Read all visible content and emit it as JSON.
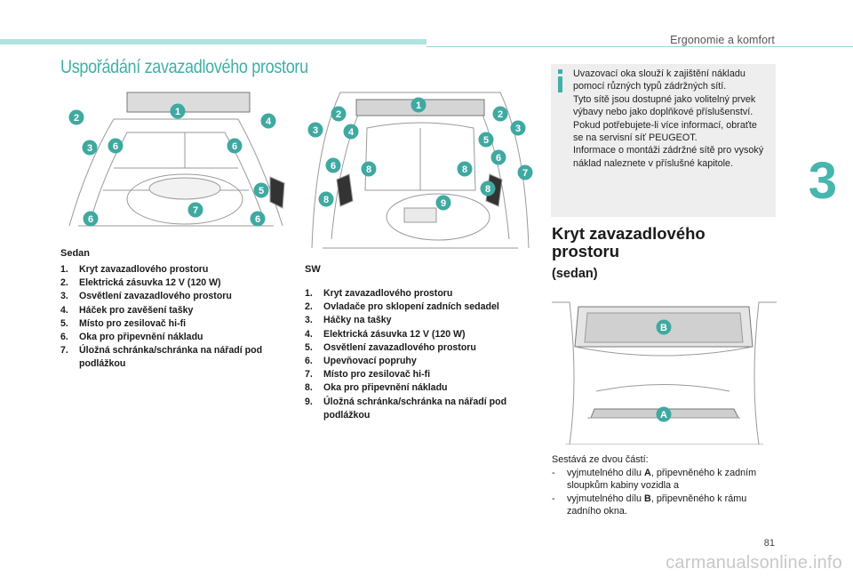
{
  "header": {
    "section": "Ergonomie a komfort",
    "chapter": "3"
  },
  "page_title": "Uspořádání zavazadlového prostoru",
  "sedan": {
    "caption": "Sedan",
    "items": [
      {
        "n": "1.",
        "t": "Kryt zavazadlového prostoru"
      },
      {
        "n": "2.",
        "t": "Elektrická zásuvka 12 V (120 W)"
      },
      {
        "n": "3.",
        "t": "Osvětlení zavazadlového prostoru"
      },
      {
        "n": "4.",
        "t": "Háček pro zavěšení tašky"
      },
      {
        "n": "5.",
        "t": "Místo pro zesilovač hi-fi"
      },
      {
        "n": "6.",
        "t": "Oka pro připevnění nákladu"
      },
      {
        "n": "7.",
        "t": "Úložná schránka/schránka na nářadí pod podlážkou"
      }
    ],
    "markers": [
      "1",
      "2",
      "3",
      "4",
      "5",
      "6",
      "6",
      "6",
      "6",
      "7"
    ]
  },
  "sw": {
    "caption": "SW",
    "items": [
      {
        "n": "1.",
        "t": "Kryt zavazadlového prostoru"
      },
      {
        "n": "2.",
        "t": "Ovladače pro sklopení zadních sedadel"
      },
      {
        "n": "3.",
        "t": "Háčky na tašky"
      },
      {
        "n": "4.",
        "t": "Elektrická zásuvka 12 V (120 W)"
      },
      {
        "n": "5.",
        "t": "Osvětlení zavazadlového prostoru"
      },
      {
        "n": "6.",
        "t": "Upevňovací popruhy"
      },
      {
        "n": "7.",
        "t": "Místo pro zesilovač hi-fi"
      },
      {
        "n": "8.",
        "t": "Oka pro připevnění nákladu"
      },
      {
        "n": "9.",
        "t": "Úložná schránka/schránka na nářadí pod podlážkou"
      }
    ],
    "markers": [
      "1",
      "2",
      "2",
      "3",
      "3",
      "4",
      "5",
      "6",
      "6",
      "7",
      "8",
      "8",
      "8",
      "8",
      "9"
    ]
  },
  "info": {
    "icon": "info-icon",
    "paragraphs": [
      "Uvazovací oka slouží k zajištění nákladu pomocí různých typů zádržných sítí.",
      "Tyto sítě jsou dostupné jako volitelný prvek výbavy nebo jako doplňkové příslušenství.",
      "Pokud potřebujete-li více informací, obraťte se na servisní síť PEUGEOT.",
      "Informace o montáži zádržné sítě pro vysoký náklad naleznete v příslušné kapitole."
    ]
  },
  "cover": {
    "title_line1": "Kryt zavazadlového",
    "title_line2": "prostoru",
    "subtitle": "(sedan)",
    "markers": [
      "B",
      "A"
    ],
    "intro": "Sestává ze dvou částí:",
    "parts": [
      {
        "dash": "-",
        "pre": "vyjmutelného dílu ",
        "bold": "A",
        "post": ", připevněného k zadním sloupkům kabiny vozidla a"
      },
      {
        "dash": "-",
        "pre": "vyjmutelného dílu ",
        "bold": "B",
        "post": ", připevněného k rámu zadního okna."
      }
    ]
  },
  "colors": {
    "accent": "#47b6ae",
    "badge": "#3fa9a1",
    "info_bg": "#eeeeee"
  },
  "page_number": "81",
  "watermark": "carmanualsonline.info"
}
